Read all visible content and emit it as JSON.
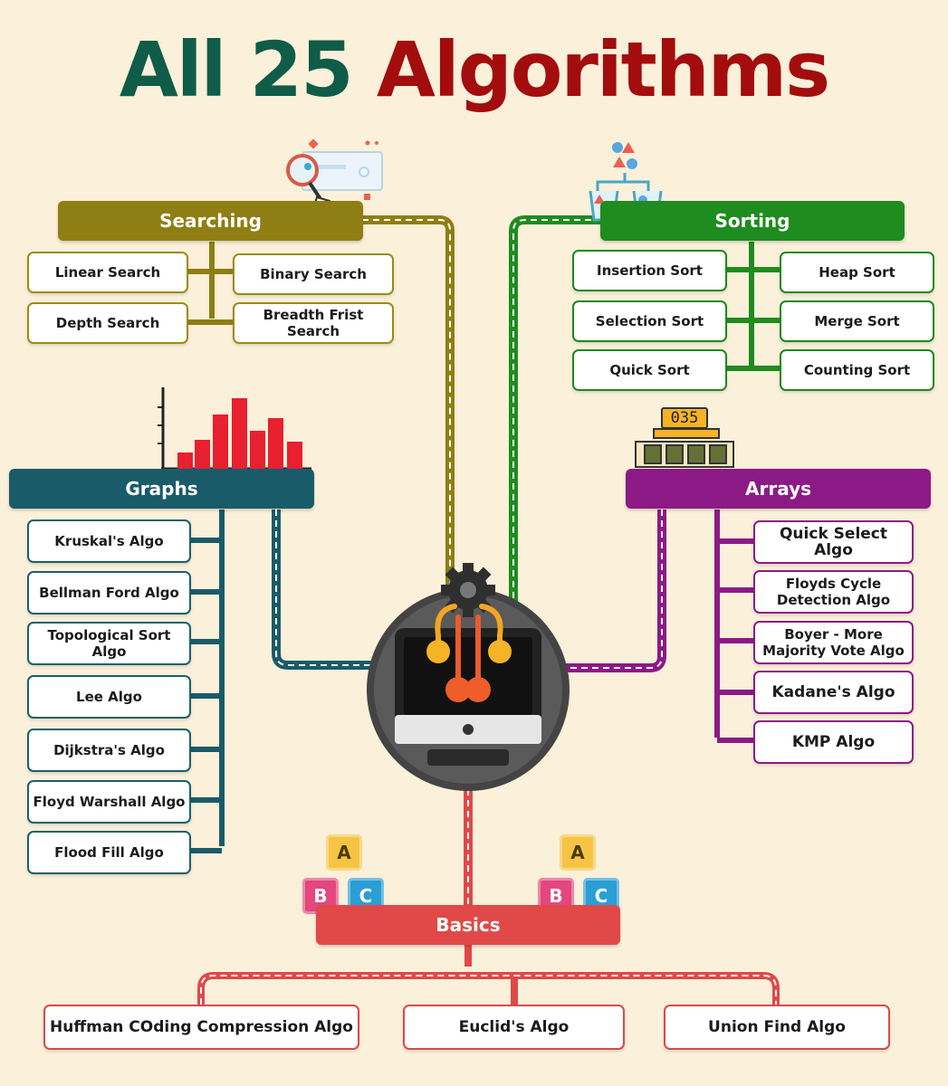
{
  "title": {
    "part1": "All 25",
    "part2": "Algorithms"
  },
  "colors": {
    "background": "#fbf0da",
    "searching": "#8f7e13",
    "sorting": "#1f8c1f",
    "graphs": "#1a5b69",
    "arrays": "#8c1a86",
    "basics": "#e14848"
  },
  "categories": {
    "searching": {
      "label": "Searching",
      "items": [
        "Linear Search",
        "Binary Search",
        "Depth Search",
        "Breadth Frist Search"
      ]
    },
    "sorting": {
      "label": "Sorting",
      "items": [
        "Insertion Sort",
        "Heap Sort",
        "Selection Sort",
        "Merge Sort",
        "Quick Sort",
        "Counting Sort"
      ]
    },
    "graphs": {
      "label": "Graphs",
      "items": [
        "Kruskal's Algo",
        "Bellman Ford Algo",
        "Topological Sort Algo",
        "Lee Algo",
        "Dijkstra's Algo",
        "Floyd Warshall Algo",
        "Flood Fill Algo"
      ]
    },
    "arrays": {
      "label": "Arrays",
      "items": [
        "Quick Select Algo",
        "Floyds Cycle\nDetection Algo",
        "Boyer - More\nMajority Vote Algo",
        "Kadane's Algo",
        "KMP Algo"
      ]
    },
    "basics": {
      "label": "Basics",
      "items": [
        "Huffman COding Compression Algo",
        "Euclid's Algo",
        "Union Find Algo"
      ]
    }
  },
  "icons": {
    "searching": "magnifier-over-screen-icon",
    "sorting": "sorting-buckets-icon",
    "graphs": "bar-chart-icon",
    "arrays": "counter-boxes-icon",
    "center": "computer-algorithm-icon",
    "basics": "abc-blocks-icon"
  },
  "counter_label": "035",
  "abc_blocks": [
    "A",
    "B",
    "C"
  ]
}
